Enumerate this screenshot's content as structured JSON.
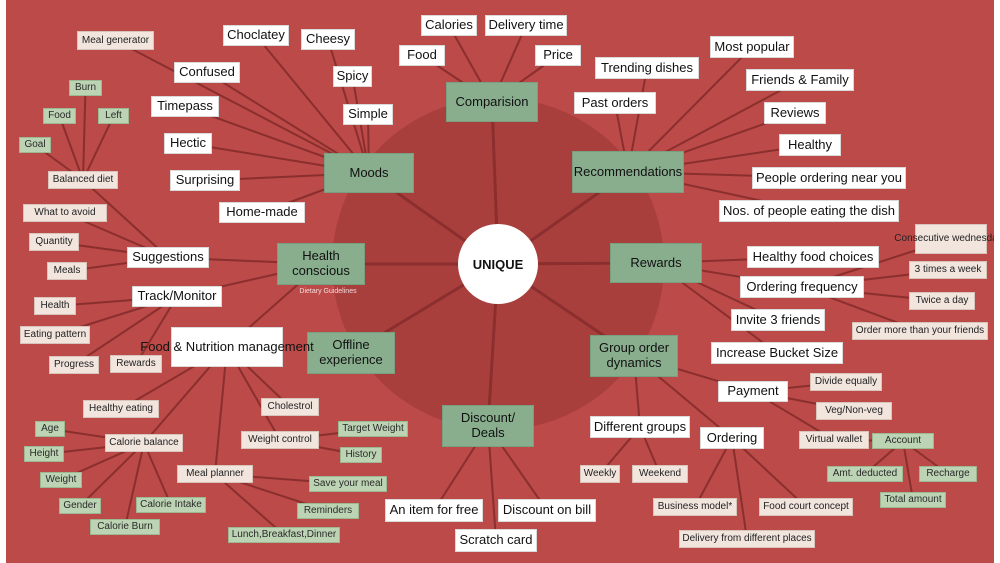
{
  "center": "UNIQUE",
  "subnote": "Dietary Guidelines",
  "colors": {
    "background": "#bb4a48",
    "halo": "#a93f3d",
    "main_node": "#89ae8e",
    "sub_node_white": "#ffffff",
    "sub_node_beige": "#f1e5de",
    "sub_node_green": "#bcd3b4",
    "connector": "#8a2f2e"
  },
  "main_nodes": [
    {
      "id": "comparision",
      "label": "Comparision"
    },
    {
      "id": "moods",
      "label": "Moods"
    },
    {
      "id": "recommendations",
      "label": "Recommendations"
    },
    {
      "id": "health",
      "label": "Health conscious"
    },
    {
      "id": "rewards",
      "label": "Rewards"
    },
    {
      "id": "offline",
      "label": "Offline experience"
    },
    {
      "id": "group",
      "label": "Group order dynamics"
    },
    {
      "id": "discount",
      "label": "Discount/ Deals"
    }
  ],
  "nodes": [
    {
      "id": "calories",
      "label": "Calories",
      "style": "w"
    },
    {
      "id": "delivery_time",
      "label": "Delivery time",
      "style": "w"
    },
    {
      "id": "food_cmp",
      "label": "Food",
      "style": "w"
    },
    {
      "id": "price",
      "label": "Price",
      "style": "w"
    },
    {
      "id": "meal_generator",
      "label": "Meal generator",
      "style": "t"
    },
    {
      "id": "choclatey",
      "label": "Choclatey",
      "style": "w"
    },
    {
      "id": "cheesy",
      "label": "Cheesy",
      "style": "w"
    },
    {
      "id": "confused",
      "label": "Confused",
      "style": "w"
    },
    {
      "id": "spicy",
      "label": "Spicy",
      "style": "w"
    },
    {
      "id": "timepass",
      "label": "Timepass",
      "style": "w"
    },
    {
      "id": "simple",
      "label": "Simple",
      "style": "w"
    },
    {
      "id": "hectic",
      "label": "Hectic",
      "style": "w"
    },
    {
      "id": "surprising",
      "label": "Surprising",
      "style": "w"
    },
    {
      "id": "home_made",
      "label": "Home-made",
      "style": "w"
    },
    {
      "id": "burn",
      "label": "Burn",
      "style": "g"
    },
    {
      "id": "food_g",
      "label": "Food",
      "style": "g"
    },
    {
      "id": "left",
      "label": "Left",
      "style": "g"
    },
    {
      "id": "goal",
      "label": "Goal",
      "style": "g"
    },
    {
      "id": "balanced_diet",
      "label": "Balanced diet",
      "style": "t"
    },
    {
      "id": "what_to_avoid",
      "label": "What to avoid",
      "style": "t"
    },
    {
      "id": "quantity",
      "label": "Quantity",
      "style": "t"
    },
    {
      "id": "meals",
      "label": "Meals",
      "style": "t"
    },
    {
      "id": "suggestions",
      "label": "Suggestions",
      "style": "w"
    },
    {
      "id": "track_monitor",
      "label": "Track/Monitor",
      "style": "w"
    },
    {
      "id": "health_t",
      "label": "Health",
      "style": "t"
    },
    {
      "id": "eating_pattern",
      "label": "Eating pattern",
      "style": "t"
    },
    {
      "id": "progress",
      "label": "Progress",
      "style": "t"
    },
    {
      "id": "rewards_t",
      "label": "Rewards",
      "style": "t"
    },
    {
      "id": "food_nutrition",
      "label": "Food & Nutrition management",
      "style": "w"
    },
    {
      "id": "healthy_eating",
      "label": "Healthy eating",
      "style": "t"
    },
    {
      "id": "cholestrol",
      "label": "Cholestrol",
      "style": "t"
    },
    {
      "id": "age",
      "label": "Age",
      "style": "g"
    },
    {
      "id": "calorie_balance",
      "label": "Calorie balance",
      "style": "t"
    },
    {
      "id": "weight_control",
      "label": "Weight control",
      "style": "t"
    },
    {
      "id": "target_weight",
      "label": "Target Weight",
      "style": "g"
    },
    {
      "id": "height",
      "label": "Height",
      "style": "g"
    },
    {
      "id": "history",
      "label": "History",
      "style": "g"
    },
    {
      "id": "weight",
      "label": "Weight",
      "style": "g"
    },
    {
      "id": "meal_planner",
      "label": "Meal planner",
      "style": "t"
    },
    {
      "id": "save_meal",
      "label": "Save your meal",
      "style": "g"
    },
    {
      "id": "gender",
      "label": "Gender",
      "style": "g"
    },
    {
      "id": "calorie_intake",
      "label": "Calorie Intake",
      "style": "g"
    },
    {
      "id": "reminders",
      "label": "Reminders",
      "style": "g"
    },
    {
      "id": "calorie_burn",
      "label": "Calorie Burn",
      "style": "g"
    },
    {
      "id": "lunch",
      "label": "Lunch,Breakfast,Dinner",
      "style": "g"
    },
    {
      "id": "trending",
      "label": "Trending dishes",
      "style": "w"
    },
    {
      "id": "most_popular",
      "label": "Most popular",
      "style": "w"
    },
    {
      "id": "friends_family",
      "label": "Friends & Family",
      "style": "w"
    },
    {
      "id": "past_orders",
      "label": "Past orders",
      "style": "w"
    },
    {
      "id": "reviews",
      "label": "Reviews",
      "style": "w"
    },
    {
      "id": "healthy",
      "label": "Healthy",
      "style": "w"
    },
    {
      "id": "people_near",
      "label": "People ordering near you",
      "style": "w"
    },
    {
      "id": "nos_people",
      "label": "Nos. of people eating the dish",
      "style": "w"
    },
    {
      "id": "healthy_choices",
      "label": "Healthy food choices",
      "style": "w"
    },
    {
      "id": "consecutive",
      "label": "Consecutive wednesdays",
      "style": "t"
    },
    {
      "id": "three_week",
      "label": "3 times a week",
      "style": "t"
    },
    {
      "id": "ordering_freq",
      "label": "Ordering frequency",
      "style": "w"
    },
    {
      "id": "twice_day",
      "label": "Twice a day",
      "style": "t"
    },
    {
      "id": "invite_friends",
      "label": "Invite 3 friends",
      "style": "w"
    },
    {
      "id": "order_more",
      "label": "Order more than your friends",
      "style": "t"
    },
    {
      "id": "bucket_size",
      "label": "Increase Bucket Size",
      "style": "w"
    },
    {
      "id": "payment",
      "label": "Payment",
      "style": "w"
    },
    {
      "id": "divide_equally",
      "label": "Divide equally",
      "style": "t"
    },
    {
      "id": "veg_nonveg",
      "label": "Veg/Non-veg",
      "style": "t"
    },
    {
      "id": "different_groups",
      "label": "Different groups",
      "style": "w"
    },
    {
      "id": "ordering",
      "label": "Ordering",
      "style": "w"
    },
    {
      "id": "virtual_wallet",
      "label": "Virtual wallet",
      "style": "t"
    },
    {
      "id": "account",
      "label": "Account",
      "style": "g"
    },
    {
      "id": "weekly",
      "label": "Weekly",
      "style": "t"
    },
    {
      "id": "weekend",
      "label": "Weekend",
      "style": "t"
    },
    {
      "id": "amt_deducted",
      "label": "Amt. deducted",
      "style": "g"
    },
    {
      "id": "recharge",
      "label": "Recharge",
      "style": "g"
    },
    {
      "id": "business_model",
      "label": "Business model*",
      "style": "t"
    },
    {
      "id": "food_court",
      "label": "Food court concept",
      "style": "t"
    },
    {
      "id": "total_amount",
      "label": "Total amount",
      "style": "g"
    },
    {
      "id": "delivery_places",
      "label": "Delivery from different places",
      "style": "t"
    },
    {
      "id": "item_free",
      "label": "An item for free",
      "style": "w"
    },
    {
      "id": "discount_bill",
      "label": "Discount on bill",
      "style": "w"
    },
    {
      "id": "scratch_card",
      "label": "Scratch card",
      "style": "w"
    }
  ]
}
